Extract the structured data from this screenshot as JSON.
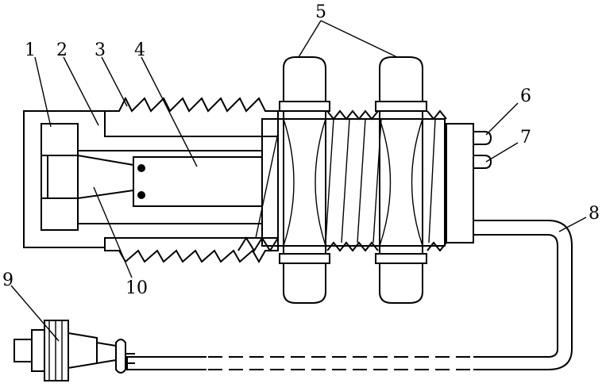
{
  "diagram": {
    "callouts": [
      {
        "id": "1",
        "text": "1"
      },
      {
        "id": "2",
        "text": "2"
      },
      {
        "id": "3",
        "text": "3"
      },
      {
        "id": "4",
        "text": "4"
      },
      {
        "id": "5",
        "text": "5"
      },
      {
        "id": "6",
        "text": "6"
      },
      {
        "id": "7",
        "text": "7"
      },
      {
        "id": "8",
        "text": "8"
      },
      {
        "id": "9",
        "text": "9"
      },
      {
        "id": "10",
        "text": "10"
      }
    ],
    "colors": {
      "stroke": "#000000",
      "background": "#ffffff"
    }
  }
}
